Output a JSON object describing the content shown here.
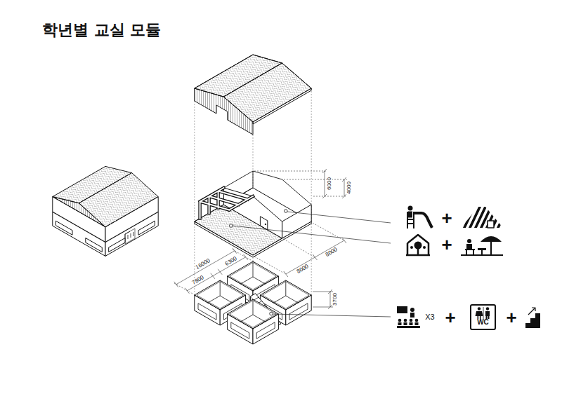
{
  "diagram": {
    "title": "학년별 교실 모듈",
    "nodes": [
      {
        "text": [
          "WC"
        ]
      }
    ],
    "labels": [
      "6000",
      "4000",
      "8000",
      "8000",
      "16000",
      "6300",
      "7800",
      "3700",
      "+",
      "+",
      "X3",
      "+",
      "+"
    ]
  }
}
